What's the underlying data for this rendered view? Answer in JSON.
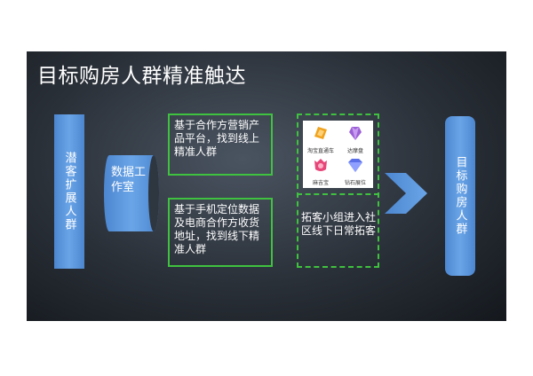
{
  "title": "目标购房人群精准触达",
  "left_box": "潜客扩展人群",
  "cylinder": "数据工作室",
  "box1": "基于合作方营销产品平台，找到线上精准人群",
  "box2": "基于手机定位数据及电商合作方收货地址，找到线下精准人群",
  "apps": [
    {
      "label": "淘宝直通车",
      "icon": "taobao-ztc-icon",
      "color": "#f0a21d"
    },
    {
      "label": "达摩盘",
      "icon": "damopan-icon",
      "color": "#9b5fd6"
    },
    {
      "label": "麻吉宝",
      "icon": "majibao-icon",
      "color": "#e6467a"
    },
    {
      "label": "钻石展位",
      "icon": "diamond-booth-icon",
      "color": "#5a6fe8"
    }
  ],
  "dashed_bottom": "拓客小组进入社区线下日常拓客",
  "right_box": "目标购房人群",
  "colors": {
    "accent_blue": "#5b97de",
    "green": "#3fc23f"
  }
}
